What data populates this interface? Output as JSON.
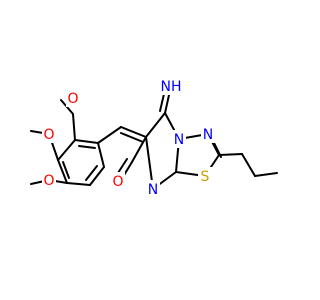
{
  "molecule": {
    "atoms": {
      "imine_nh": {
        "text": "NH",
        "color": "#0000FF"
      },
      "n_bridgehead": {
        "text": "N",
        "color": "#0000FF"
      },
      "n_thiadiazole": {
        "text": "N",
        "color": "#0000FF"
      },
      "s_thiadiazole": {
        "text": "S",
        "color": "#C8A000"
      },
      "n_ring": {
        "text": "N",
        "color": "#0000FF"
      },
      "o_ketone": {
        "text": "O",
        "color": "#FF0000"
      },
      "o_methoxy_top": {
        "text": "O",
        "color": "#FF0000"
      },
      "o_methoxy_mid": {
        "text": "O",
        "color": "#FF0000"
      },
      "o_methoxy_low": {
        "text": "O",
        "color": "#FF0000"
      }
    }
  }
}
